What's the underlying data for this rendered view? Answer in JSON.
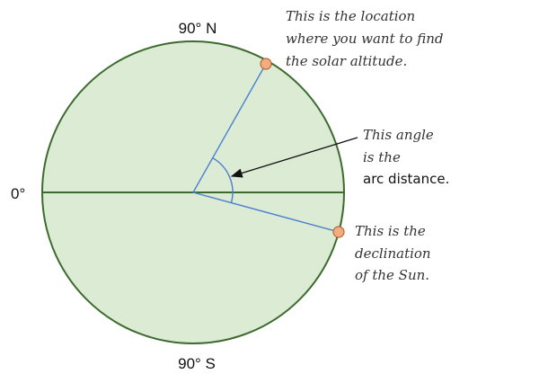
{
  "labels": {
    "north": "90° N",
    "south": "90° S",
    "equator": "0°"
  },
  "annotations": {
    "location": {
      "line1": "This is the location",
      "line2": "where you want to find",
      "line3": "the solar altitude."
    },
    "angle": {
      "line1": "This angle",
      "line2": "is the",
      "line3": "arc distance."
    },
    "declination": {
      "line1": "This is the",
      "line2": "declination",
      "line3": "of the Sun."
    }
  },
  "colors": {
    "globe_fill": "#dcebd4",
    "globe_stroke": "#3d6b2f",
    "ray": "#4a7fd0",
    "point_fill": "#f2ad7e",
    "point_stroke": "#b8673a",
    "arrow": "#111111"
  },
  "icons": {
    "location_marker": "location-point-icon",
    "sun_marker": "sun-point-icon"
  }
}
